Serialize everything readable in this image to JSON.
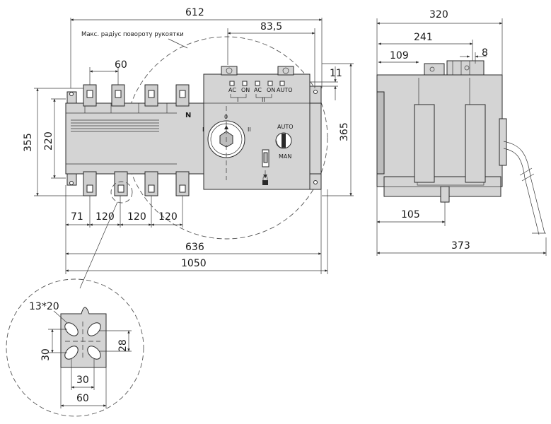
{
  "front_view": {
    "note": "Макс. радіус повороту рукоятки",
    "dims": {
      "top_overall": "612",
      "top_inner": "83,5",
      "pole_pitch_top": "60",
      "right_small": "11",
      "left_height_outer": "355",
      "left_height_inner": "220",
      "right_height": "365",
      "bottom_first": "71",
      "bottom_pitch_1": "120",
      "bottom_pitch_2": "120",
      "bottom_pitch_3": "120",
      "bottom_mid": "636",
      "bottom_overall": "1050"
    },
    "labels": {
      "neutral": "N",
      "ac1": "AC",
      "on1": "ON",
      "ac2": "AC",
      "on2": "ON",
      "auto_led": "AUTO",
      "group1": "I",
      "group2": "II",
      "pos0": "0",
      "posI": "I",
      "posII": "II",
      "auto": "AUTO",
      "man": "MAN"
    }
  },
  "side_view": {
    "dims": {
      "top_overall": "320",
      "second": "241",
      "third": "109",
      "small": "8",
      "bottom_inner": "105",
      "bottom_overall": "373"
    }
  },
  "detail_view": {
    "dims": {
      "slot": "13*20",
      "height_left": "30",
      "height_right": "28",
      "width_inner": "30",
      "width_outer": "60"
    }
  },
  "colors": {
    "body": "#d4d4d4",
    "outline": "#2a2a2a",
    "background": "#ffffff"
  }
}
